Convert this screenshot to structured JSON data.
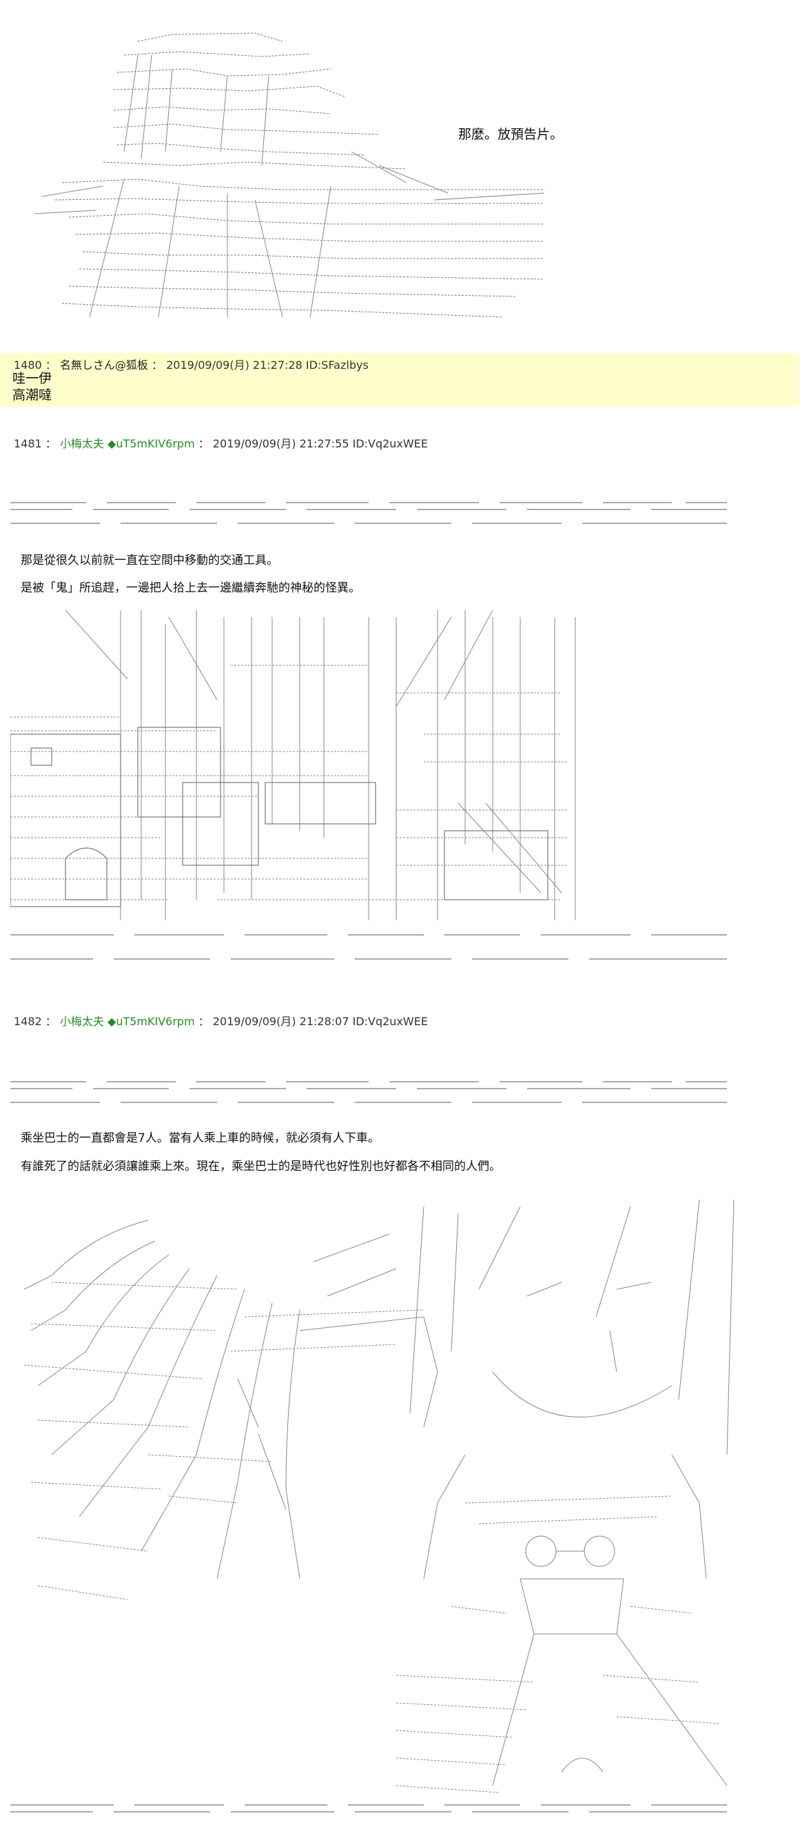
{
  "caption_top": "那麼。放預告片。",
  "posts": [
    {
      "number": "1480",
      "name": "名無しさん@狐板",
      "trip": "",
      "date": "2019/09/09(月) 21:27:28",
      "id": "ID:SFazlbys",
      "lines": [
        "哇一伊",
        "高潮噠"
      ]
    },
    {
      "number": "1481",
      "name": "小梅太夫",
      "trip": "◆uT5mKIV6rpm",
      "date": "2019/09/09(月) 21:27:55",
      "id": "ID:Vq2uxWEE",
      "lines": [
        "那是從很久以前就一直在空間中移動的交通工具。",
        "是被「鬼」所追趕，一邊把人拾上去一邊繼續奔馳的神秘的怪異。"
      ]
    },
    {
      "number": "1482",
      "name": "小梅太夫",
      "trip": "◆uT5mKIV6rpm",
      "date": "2019/09/09(月) 21:28:07",
      "id": "ID:Vq2uxWEE",
      "lines": [
        "乘坐巴士的一直都會是7人。當有人乘上車的時候，就必須有人下車。",
        "有誰死了的話就必須讓誰乘上來。現在，乘坐巴士的是時代也好性別也好都各不相同的人們。"
      ]
    }
  ],
  "colors": {
    "highlight": "#ffffcc",
    "name": "#2a8a2a",
    "art": "#666666"
  }
}
